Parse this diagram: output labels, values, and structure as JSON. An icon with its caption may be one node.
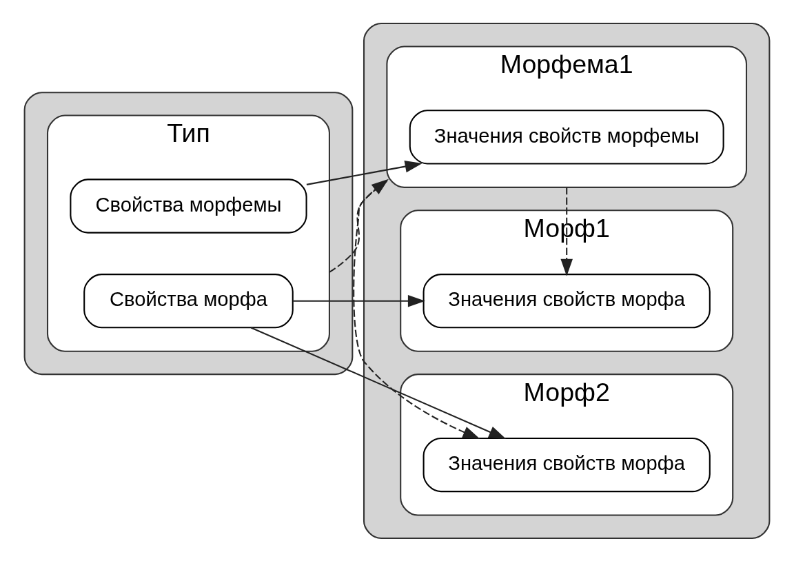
{
  "diagram": {
    "nodes": [
      {
        "text": [],
        "shape": "box"
      },
      {
        "text": [
          "Тип"
        ],
        "in": 0
      },
      {
        "text": [
          "Свойства морфемы"
        ],
        "in": 1
      },
      {
        "text": [
          "Свойства морфа"
        ],
        "in": 1
      },
      {
        "text": [],
        "shape": "box"
      },
      {
        "text": [
          "Морфема1"
        ],
        "in": 4
      },
      {
        "text": [
          "Значения свойств морфемы"
        ],
        "in": 5
      },
      {
        "text": [
          "Морф1"
        ],
        "in": 4
      },
      {
        "text": [
          "Значения свойств морфа"
        ],
        "in": 7
      },
      {
        "text": [
          "Морф2"
        ],
        "in": 4
      },
      {
        "text": [
          "Значения свойств морфа"
        ],
        "in": 9
      }
    ],
    "edges": [
      {
        "from": 1,
        "to": 5,
        "arrow": "to",
        "style": "dashed"
      },
      {
        "from": 2,
        "to": 6,
        "arrow": "to"
      },
      {
        "from": 3,
        "to": 8,
        "arrow": "to"
      },
      {
        "from": 3,
        "to": 10,
        "arrow": "to"
      },
      {
        "from": 5,
        "to": 8,
        "arrow": "to",
        "style": "dashed"
      },
      {
        "from": 5,
        "to": 10,
        "arrow": "to",
        "style": "dashed"
      }
    ]
  }
}
